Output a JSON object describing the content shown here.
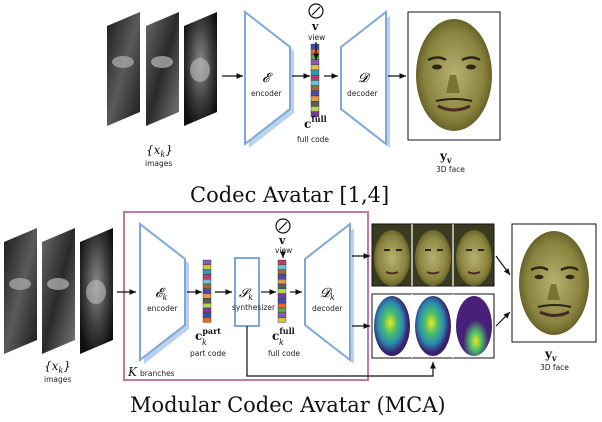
{
  "top": {
    "encoder": {
      "symbol": "𝓔",
      "label": "encoder"
    },
    "decoder": {
      "symbol": "𝓓",
      "label": "decoder"
    },
    "view": {
      "symbol": "v",
      "label": "view"
    },
    "code": {
      "symbol": "c",
      "superscript": "full",
      "label": "full code"
    },
    "images": {
      "symbol": "{x",
      "subscript": "k",
      "close": "}",
      "label": "images"
    },
    "output": {
      "symbol": "y",
      "subscript": "v",
      "label": "3D face"
    },
    "caption": "Codec Avatar [1,4]"
  },
  "bottom": {
    "encoder": {
      "symbol": "𝓔",
      "subscript": "k",
      "label": "encoder"
    },
    "synthesizer": {
      "symbol": "𝓢",
      "subscript": "k",
      "label": "synthesizer"
    },
    "decoder": {
      "symbol": "𝓓",
      "subscript": "k",
      "label": "decoder"
    },
    "view": {
      "symbol": "v",
      "label": "view"
    },
    "part_code": {
      "symbol": "c",
      "subscript": "k",
      "superscript": "part",
      "label": "part code"
    },
    "full_code": {
      "symbol": "c",
      "subscript": "k",
      "superscript": "full",
      "label": "full code"
    },
    "branches": {
      "symbol": "K",
      "label": "branches"
    },
    "images": {
      "symbol": "{x",
      "subscript": "k",
      "close": "}",
      "label": "images"
    },
    "output": {
      "symbol": "y",
      "subscript": "v",
      "label": "3D face"
    },
    "caption": "Modular Codec Avatar (MCA)"
  },
  "colors": {
    "module_edge": "#7fa7d8",
    "branch_box": "#c07aa8",
    "arrow": "#111111",
    "code_cells": [
      "#3b4ea8",
      "#e06a2c",
      "#5aa848",
      "#8a5ab0",
      "#d8c43a",
      "#2c9ab0",
      "#c03a6a",
      "#6ac0d8",
      "#9a6a3a",
      "#4a4aa8",
      "#e09a4a",
      "#5a5a5a",
      "#b0d85a",
      "#7a3a9a"
    ]
  }
}
